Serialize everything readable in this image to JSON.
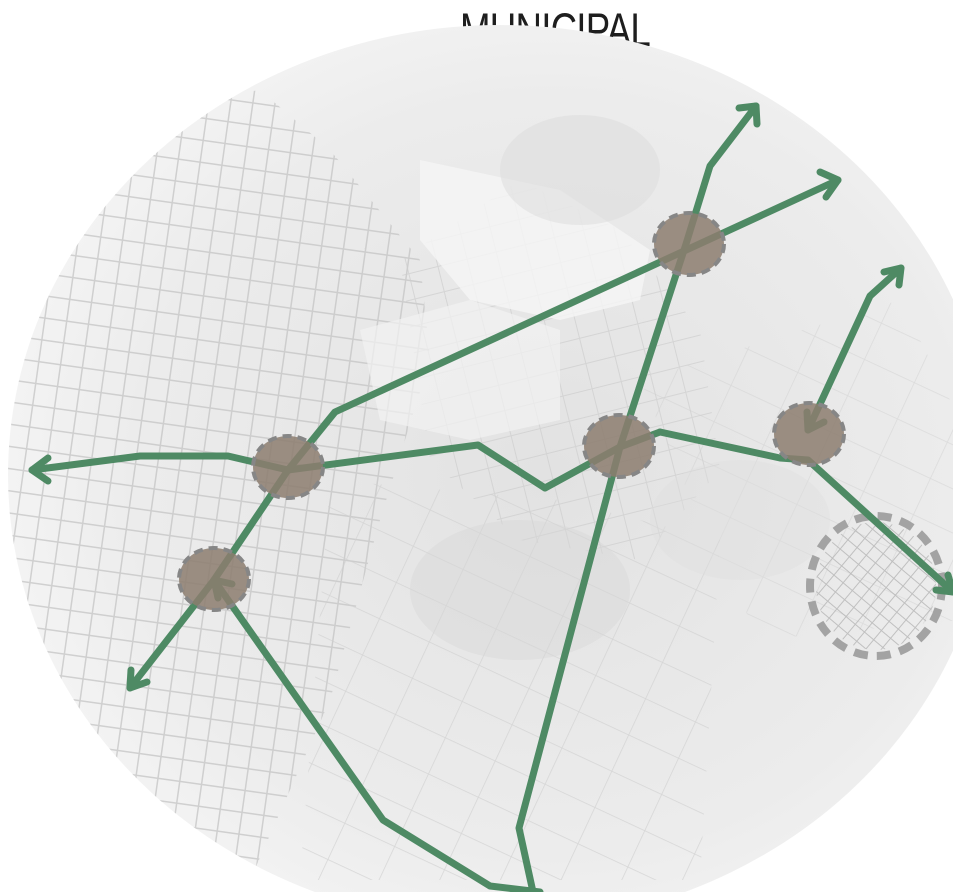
{
  "title": "MUNICIPAL",
  "colors": {
    "route": "#4e8a64",
    "node_fill": "#8c7c6f",
    "node_stroke": "#868686",
    "satellite_ring": "#a3a3a3",
    "street_lines": "#b9b9b9",
    "background_circle": "#eeeeee"
  },
  "map_features": {
    "route_count": 6,
    "node_count": 5,
    "satellite_area_count": 1
  }
}
